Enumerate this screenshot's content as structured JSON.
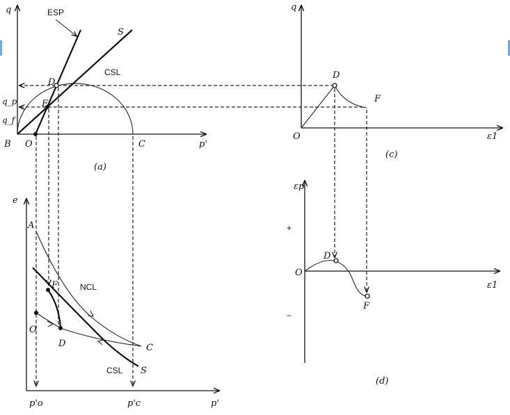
{
  "panel_a": {
    "caption": "(a)",
    "y_axis": "q",
    "x_axis": "p'",
    "labels": {
      "esp": "ESP",
      "s": "S",
      "csl": "CSL",
      "d": "D",
      "f": "F",
      "qp": "q_p",
      "qf": "q_f",
      "b": "B",
      "o": "O",
      "c": "C"
    }
  },
  "panel_b": {
    "y_axis": "e",
    "x_axis": "p'",
    "labels": {
      "a": "A",
      "ncl": "NCL",
      "f": "F",
      "o": "O",
      "d": "D",
      "c": "C",
      "csl": "CSL",
      "s": "S",
      "po": "p'o",
      "pc": "p'c"
    }
  },
  "panel_c": {
    "caption": "(c)",
    "y_axis": "q",
    "x_axis": "ε1",
    "labels": {
      "o": "O",
      "d": "D",
      "f": "F"
    }
  },
  "panel_d": {
    "caption": "(d)",
    "y_axis": "εp",
    "x_axis": "ε1",
    "labels": {
      "plus": "+",
      "minus": "−",
      "o": "O",
      "d": "D",
      "f": "F"
    }
  }
}
